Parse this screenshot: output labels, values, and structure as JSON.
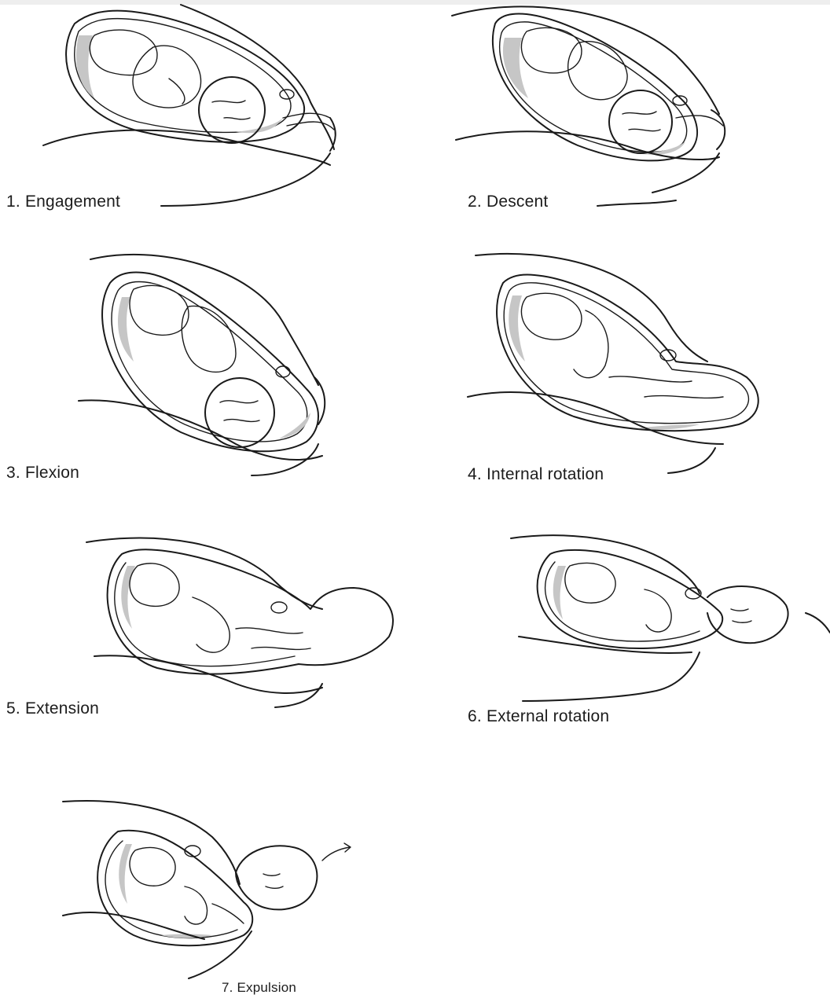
{
  "stages": [
    {
      "label": "1. Engagement"
    },
    {
      "label": "2. Descent"
    },
    {
      "label": "3. Flexion"
    },
    {
      "label": "4. Internal rotation"
    },
    {
      "label": "5. Extension"
    },
    {
      "label": "6. External rotation"
    },
    {
      "label": "7. Expulsion"
    }
  ]
}
